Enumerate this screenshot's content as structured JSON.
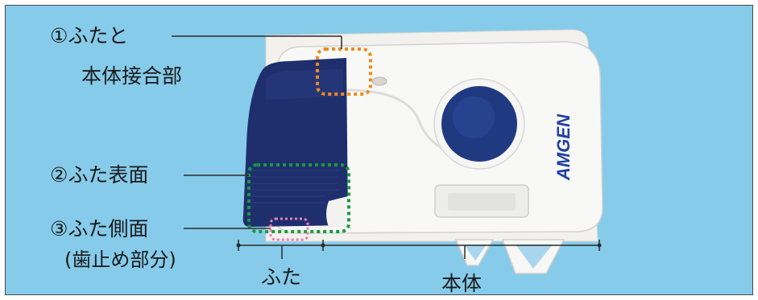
{
  "labels": {
    "lid_joint": "①ふたと",
    "lid_joint_sub": "本体接合部",
    "lid_surface": "②ふた表面",
    "lid_side": "③ふた側面",
    "lid_side_sub": "(歯止め部分)",
    "lid": "ふた",
    "body": "本体"
  },
  "device": {
    "brand": "AMGEN",
    "lid_color": "#1f2f6e",
    "body_color": "#f7f7f5",
    "button_color": "#203a82"
  },
  "colors": {
    "panel_bg": "#86cbea",
    "marker_orange": "#f08a1c",
    "marker_green": "#1a9a3c",
    "marker_pink": "#f07ab8"
  }
}
